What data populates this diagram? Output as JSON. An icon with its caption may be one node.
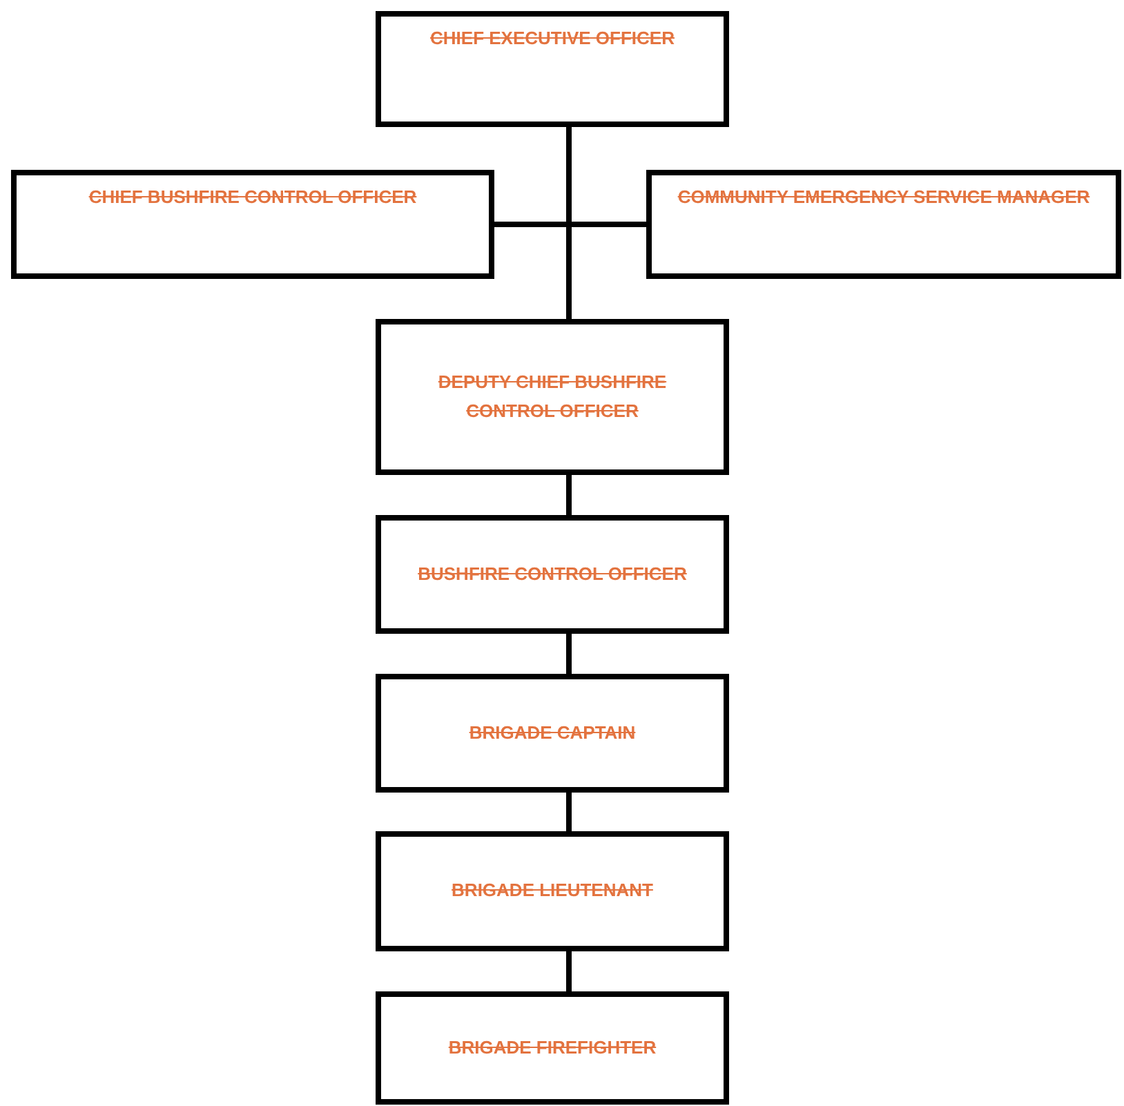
{
  "diagram": {
    "nodes": [
      {
        "text": [
          "CHIEF EXECUTIVE OFFICER"
        ]
      },
      {
        "text": [
          "CHIEF BUSHFIRE CONTROL OFFICER"
        ]
      },
      {
        "text": [
          "COMMUNITY EMERGENCY SERVICE MANAGER"
        ]
      },
      {
        "text": [
          "DEPUTY CHIEF BUSHFIRE CONTROL OFFICER"
        ]
      },
      {
        "text": [
          "BUSHFIRE CONTROL OFFICER"
        ]
      },
      {
        "text": [
          "BRIGADE CAPTAIN"
        ]
      },
      {
        "text": [
          "BRIGADE LIEUTENANT"
        ]
      },
      {
        "text": [
          "BRIGADE FIREFIGHTER"
        ]
      }
    ],
    "edges": [
      {
        "from": 0,
        "to": 1,
        "arrow": "none"
      },
      {
        "from": 0,
        "to": 2,
        "arrow": "none"
      },
      {
        "from": 0,
        "to": 3,
        "arrow": "none"
      },
      {
        "from": 3,
        "to": 4,
        "arrow": "none"
      },
      {
        "from": 4,
        "to": 5,
        "arrow": "none"
      },
      {
        "from": 5,
        "to": 6,
        "arrow": "none"
      },
      {
        "from": 6,
        "to": 7,
        "arrow": "none"
      }
    ]
  }
}
